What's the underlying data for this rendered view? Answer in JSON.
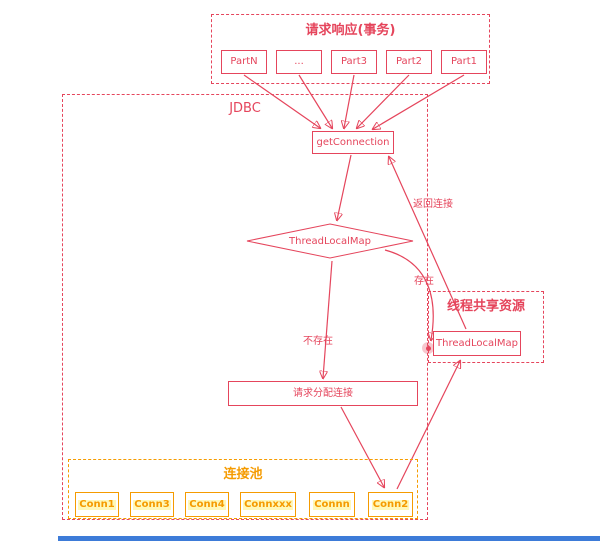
{
  "colors": {
    "red": "#e5455c",
    "orange": "#f59b00",
    "blue": "#3d7bd8"
  },
  "request_group": {
    "title": "请求响应(事务)",
    "parts": [
      "PartN",
      "...",
      "Part3",
      "Part2",
      "Part1"
    ]
  },
  "jdbc_group": {
    "title": "JDBC",
    "nodes": {
      "get_connection": "getConnection",
      "thread_local_check": "ThreadLocalMap",
      "allocate_connection": "请求分配连接"
    },
    "edge_labels": {
      "exists": "存在",
      "not_exists": "不存在",
      "return_connection": "返回连接"
    }
  },
  "shared_group": {
    "title": "线程共享资源",
    "thread_local_map": "ThreadLocalMap"
  },
  "pool_group": {
    "title": "连接池",
    "connections": [
      "Conn1",
      "Conn3",
      "Conn4",
      "Connxxx",
      "Connn",
      "Conn2"
    ]
  }
}
